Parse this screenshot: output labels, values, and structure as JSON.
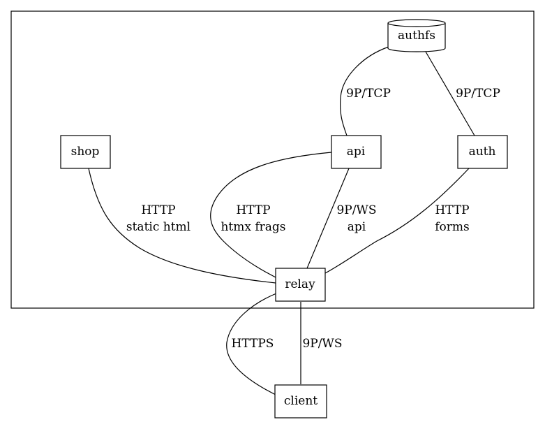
{
  "nodes": {
    "authfs": "authfs",
    "shop": "shop",
    "api": "api",
    "auth": "auth",
    "relay": "relay",
    "client": "client"
  },
  "edges": {
    "authfs_api": "9P/TCP",
    "authfs_auth": "9P/TCP",
    "shop_relay": [
      "HTTP",
      "static html"
    ],
    "api_relay_htmx": [
      "HTTP",
      "htmx frags"
    ],
    "api_relay_ws": [
      "9P/WS",
      "api"
    ],
    "auth_relay": [
      "HTTP",
      "forms"
    ],
    "relay_client_https": "HTTPS",
    "relay_client_ws": "9P/WS"
  }
}
